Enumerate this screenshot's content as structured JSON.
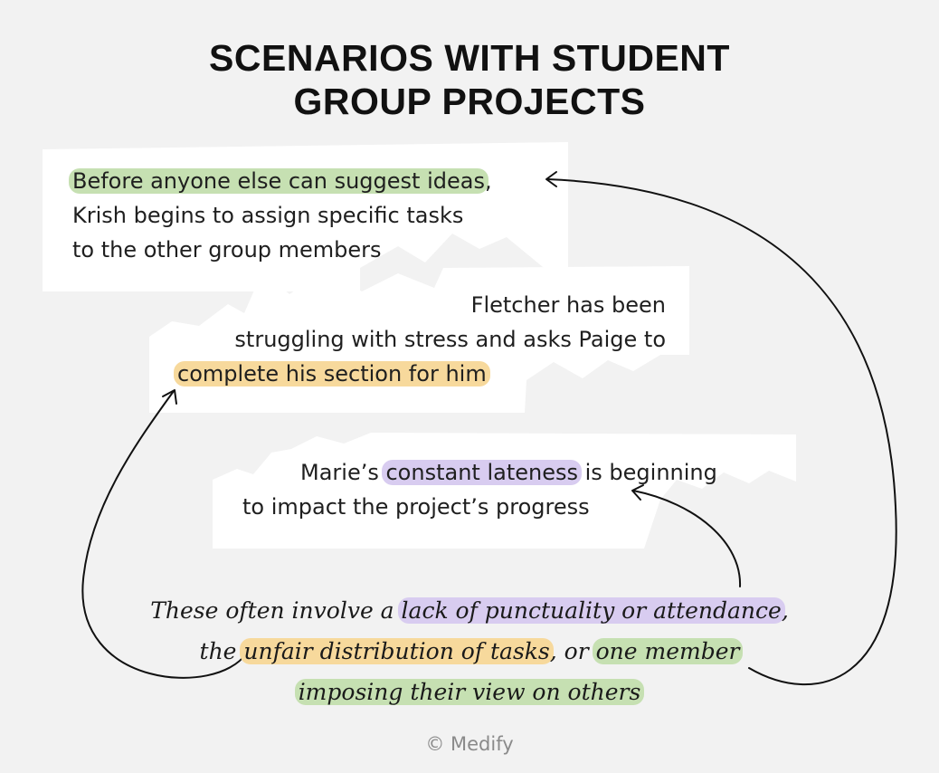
{
  "title": {
    "line1": "SCENARIOS WITH STUDENT",
    "line2": "GROUP PROJECTS"
  },
  "scenarios": [
    {
      "highlight": "Before anyone else can suggest ideas",
      "after_highlight": ",",
      "line2": "Krish begins to assign specific tasks",
      "line3": "to the other group members"
    },
    {
      "line1": "Fletcher has been",
      "line2": "struggling with stress and asks Paige to",
      "highlight": "complete his section for him"
    },
    {
      "before_highlight": "Marie’s ",
      "highlight": "constant lateness",
      "after_highlight": " is beginning",
      "line2": "to impact the project’s progress"
    }
  ],
  "summary": {
    "line1_before": "These often involve a ",
    "line1_highlight": "lack of punctuality or attendance",
    "line1_after": ",",
    "line2_before": "the ",
    "line2_highlight1": "unfair distribution of tasks",
    "line2_middle": ", or ",
    "line2_highlight2": "one member",
    "line3_highlight": "imposing their view on others"
  },
  "colors": {
    "green_highlight": "#c6e0b2",
    "orange_highlight": "#f7d99c",
    "purple_highlight": "#d8ccf0"
  },
  "footer": "© Medify"
}
